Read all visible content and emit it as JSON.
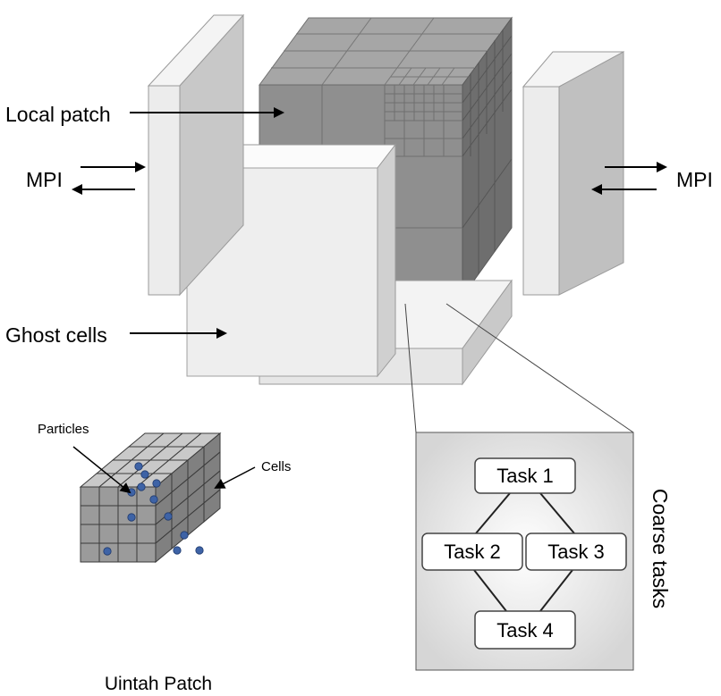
{
  "labels": {
    "local_patch": "Local patch",
    "ghost_cells": "Ghost cells",
    "mpi_left": "MPI",
    "mpi_right": "MPI",
    "particles": "Particles",
    "cells": "Cells",
    "uintah_patch": "Uintah Patch",
    "coarse_tasks": "Coarse tasks"
  },
  "tasks": [
    "Task 1",
    "Task 2",
    "Task 3",
    "Task 4"
  ],
  "colors": {
    "ghost_light": "#eeeeee",
    "patch_mid": "#8f8f8f",
    "patch_dark": "#6b6b6b",
    "particle": "#3e63a6"
  }
}
